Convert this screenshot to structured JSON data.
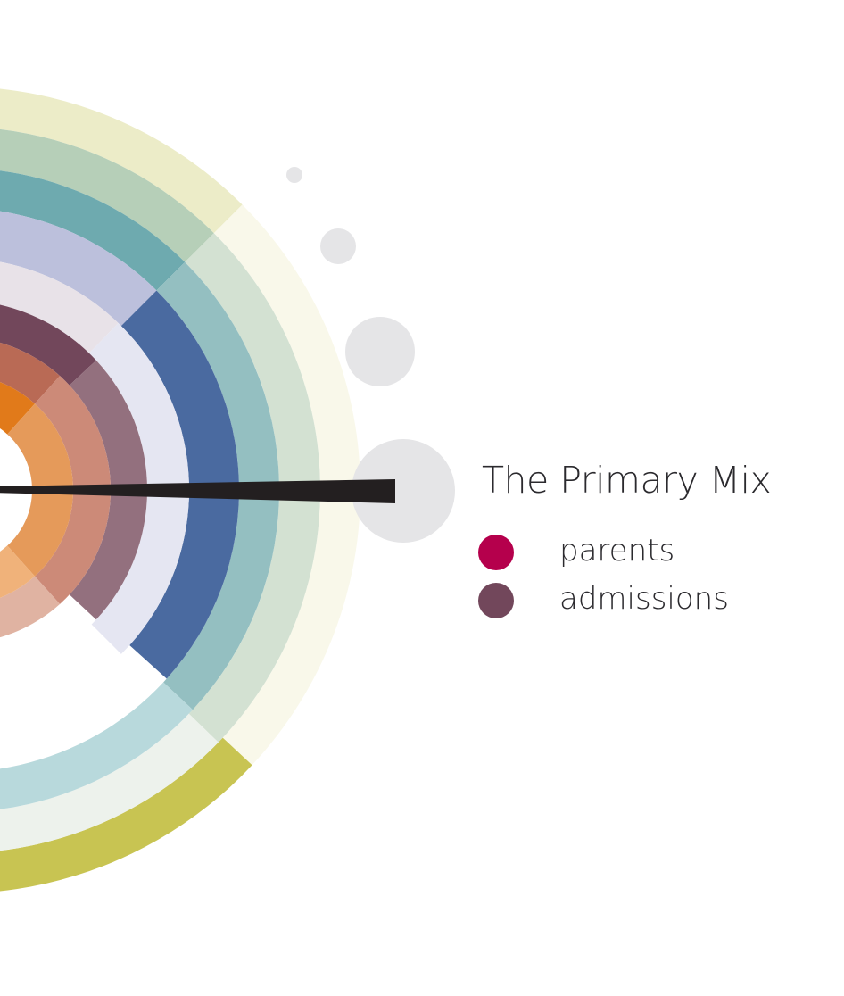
{
  "legend": {
    "title": "The Primary Mix",
    "items": [
      {
        "label": "parents",
        "color": "#b5004c"
      },
      {
        "label": "admissions",
        "color": "#72475b"
      }
    ]
  },
  "colors": {
    "bubbles": "#e5e5e7",
    "pointer": "#231f20",
    "band_1": "#b5004c",
    "band_2_segments": [
      "#e17a1a",
      "#e59a5a",
      "#f0b27a"
    ],
    "band_3_segments": [
      "#b96a55",
      "#cc8a78",
      "#e0b3a2"
    ],
    "band_4_segments": [
      "#72475b",
      "#93707e"
    ],
    "band_5_segments": [
      "#e8e2e8",
      "#e5e6f2"
    ],
    "band_6_segments": [
      "#bcc0dc",
      "#4a6aa0"
    ],
    "band_7_segments": [
      "#6eaaaf",
      "#94bfc1",
      "#b8d9dc"
    ],
    "band_8_segments": [
      "#b6cfb8",
      "#d3e1d2",
      "#edf2ec"
    ],
    "band_9_segments": [
      "#ececc8",
      "#f9f8ea",
      "#c8c452"
    ]
  }
}
